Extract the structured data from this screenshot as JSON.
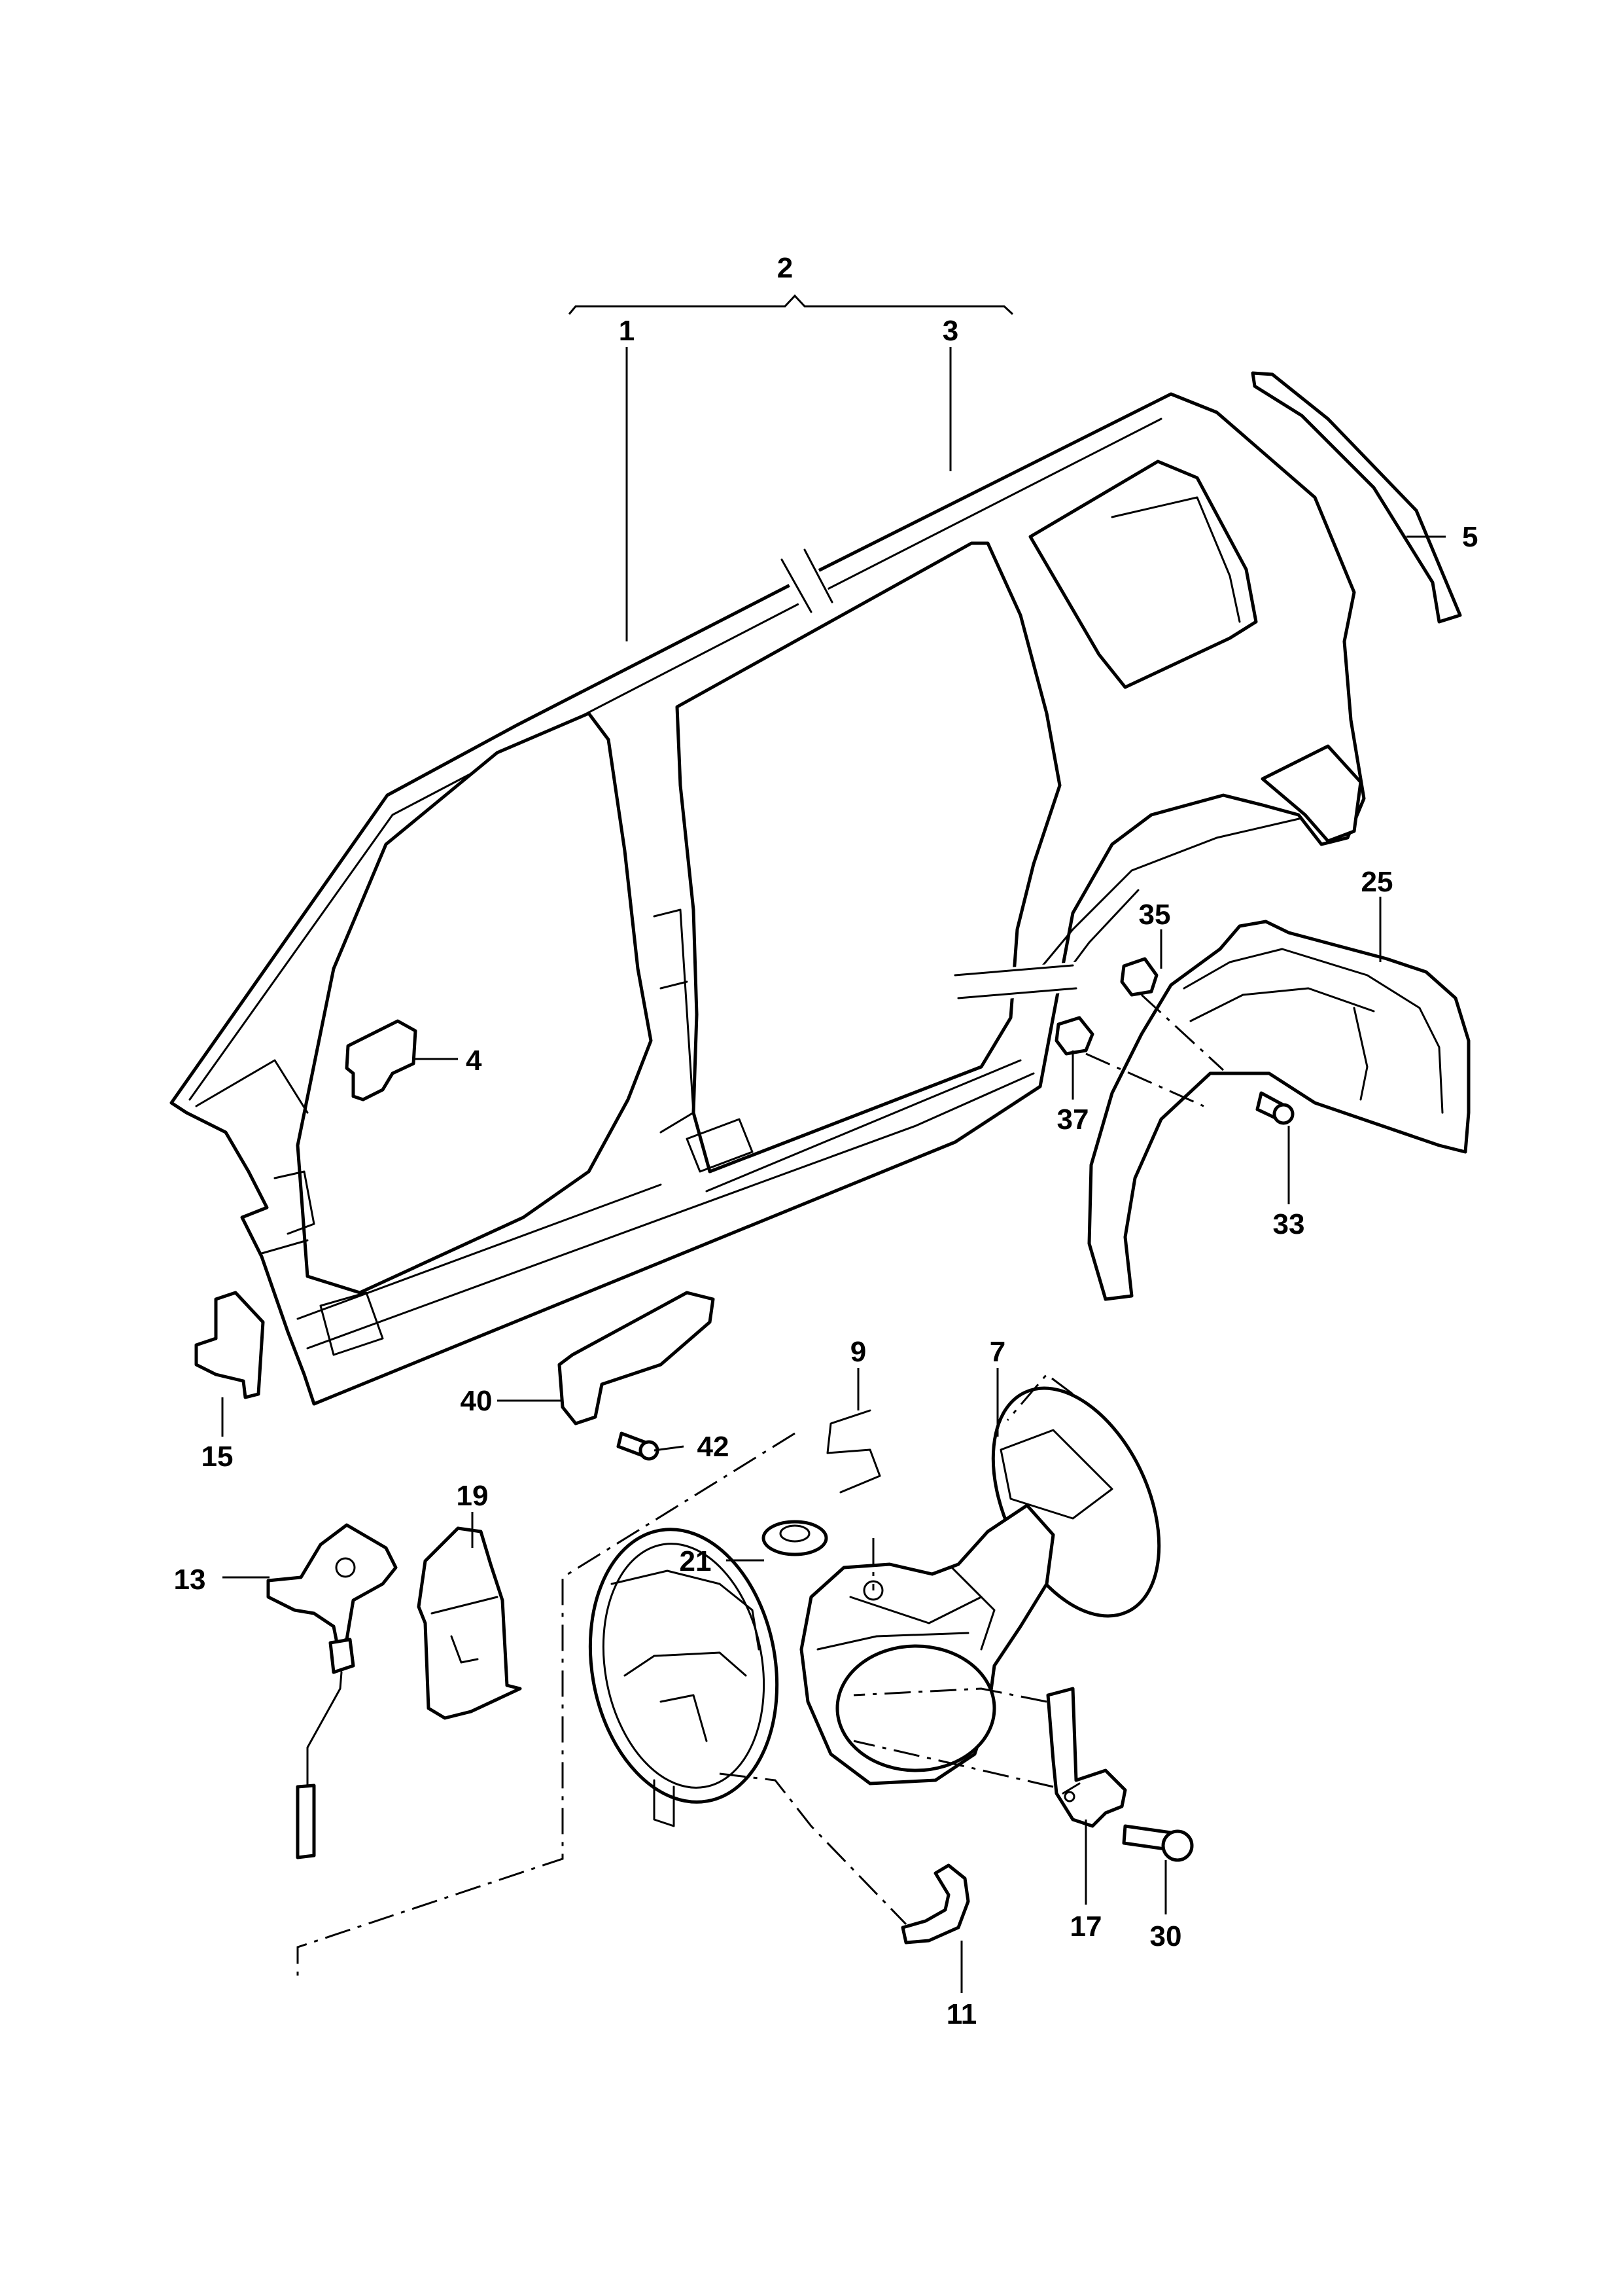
{
  "callouts": [
    {
      "id": "c2",
      "text": "2"
    },
    {
      "id": "c1",
      "text": "1"
    },
    {
      "id": "c3",
      "text": "3"
    },
    {
      "id": "c5",
      "text": "5"
    },
    {
      "id": "c4",
      "text": "4"
    },
    {
      "id": "c25",
      "text": "25"
    },
    {
      "id": "c35",
      "text": "35"
    },
    {
      "id": "c37",
      "text": "37"
    },
    {
      "id": "c33",
      "text": "33"
    },
    {
      "id": "c15",
      "text": "15"
    },
    {
      "id": "c40",
      "text": "40"
    },
    {
      "id": "c42",
      "text": "42"
    },
    {
      "id": "c9",
      "text": "9"
    },
    {
      "id": "c7",
      "text": "7"
    },
    {
      "id": "c19",
      "text": "19"
    },
    {
      "id": "c21",
      "text": "21"
    },
    {
      "id": "c13",
      "text": "13"
    },
    {
      "id": "c17",
      "text": "17"
    },
    {
      "id": "c30",
      "text": "30"
    },
    {
      "id": "c11",
      "text": "11"
    }
  ]
}
